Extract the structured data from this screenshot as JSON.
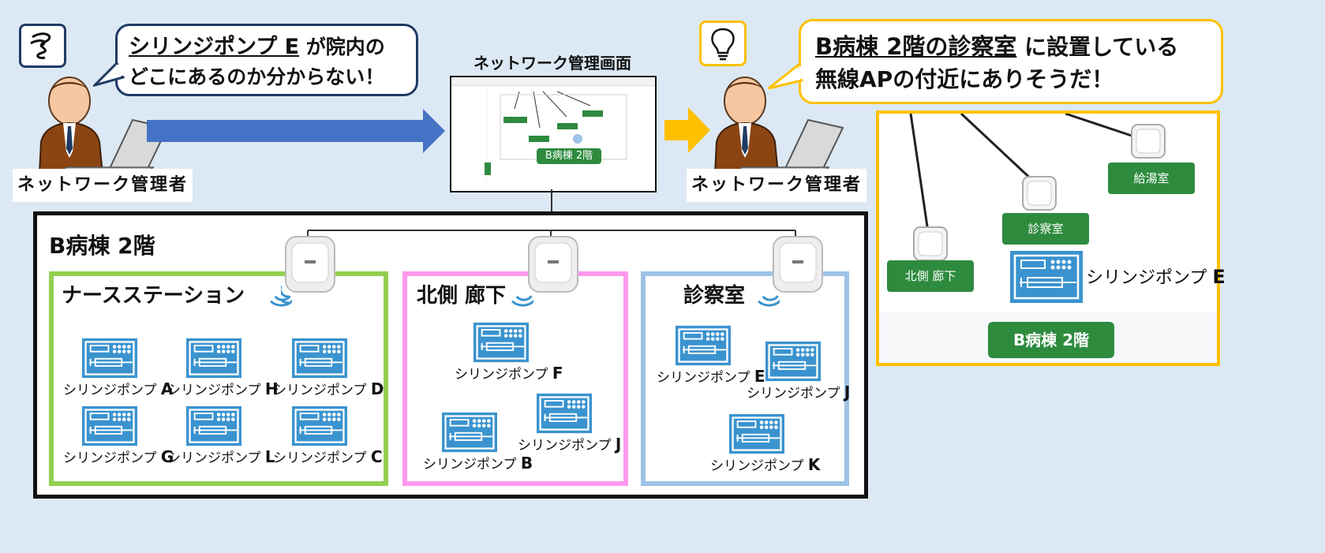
{
  "left_person": {
    "bubble_highlight": "シリンジポンプ E",
    "bubble_rest": " が院内の",
    "bubble_line2": "どこにあるのか分からない！",
    "label": "ネットワーク管理者",
    "thought_icon": "tangled-thought-icon"
  },
  "right_person": {
    "bubble_highlight": "B病棟 2階の診察室",
    "bubble_rest": " に設置している",
    "bubble_line2": "無線APの付近にありそうだ！",
    "label": "ネットワーク管理者",
    "thought_icon": "lightbulb-icon"
  },
  "screen": {
    "title": "ネットワーク管理画面",
    "floor_label": "B病棟 2階"
  },
  "floor": {
    "title": "B病棟 2階",
    "rooms": [
      {
        "name": "ナースステーション",
        "devices": [
          {
            "label": "シリンジポンプ",
            "letter": "A"
          },
          {
            "label": "シリンジポンプ",
            "letter": "H"
          },
          {
            "label": "シリンジポンプ",
            "letter": "D"
          },
          {
            "label": "シリンジポンプ",
            "letter": "G"
          },
          {
            "label": "シリンジポンプ",
            "letter": "L"
          },
          {
            "label": "シリンジポンプ",
            "letter": "C"
          }
        ]
      },
      {
        "name": "北側 廊下",
        "devices": [
          {
            "label": "シリンジポンプ",
            "letter": "F"
          },
          {
            "label": "シリンジポンプ",
            "letter": "B"
          },
          {
            "label": "シリンジポンプ",
            "letter": "J"
          }
        ]
      },
      {
        "name": "診察室",
        "devices": [
          {
            "label": "シリンジポンプ",
            "letter": "E"
          },
          {
            "label": "シリンジポンプ",
            "letter": "J"
          },
          {
            "label": "シリンジポンプ",
            "letter": "K"
          }
        ]
      }
    ]
  },
  "zoom": {
    "nodes": [
      "北側 廊下",
      "診察室",
      "給湯室"
    ],
    "device": {
      "label": "シリンジポンプ",
      "letter": "E"
    },
    "floor_label": "B病棟 2階"
  },
  "colors": {
    "bg": "#dce9f5",
    "bubble_border": "#1f3b63",
    "arrow_blue": "#4472c4",
    "arrow_yellow": "#ffc000",
    "nurse_room": "#92d050",
    "corridor": "#ff99ee",
    "exam_room": "#9dc3e6",
    "node_green": "#2e8b3e",
    "pump_blue": "#3a93cf"
  }
}
